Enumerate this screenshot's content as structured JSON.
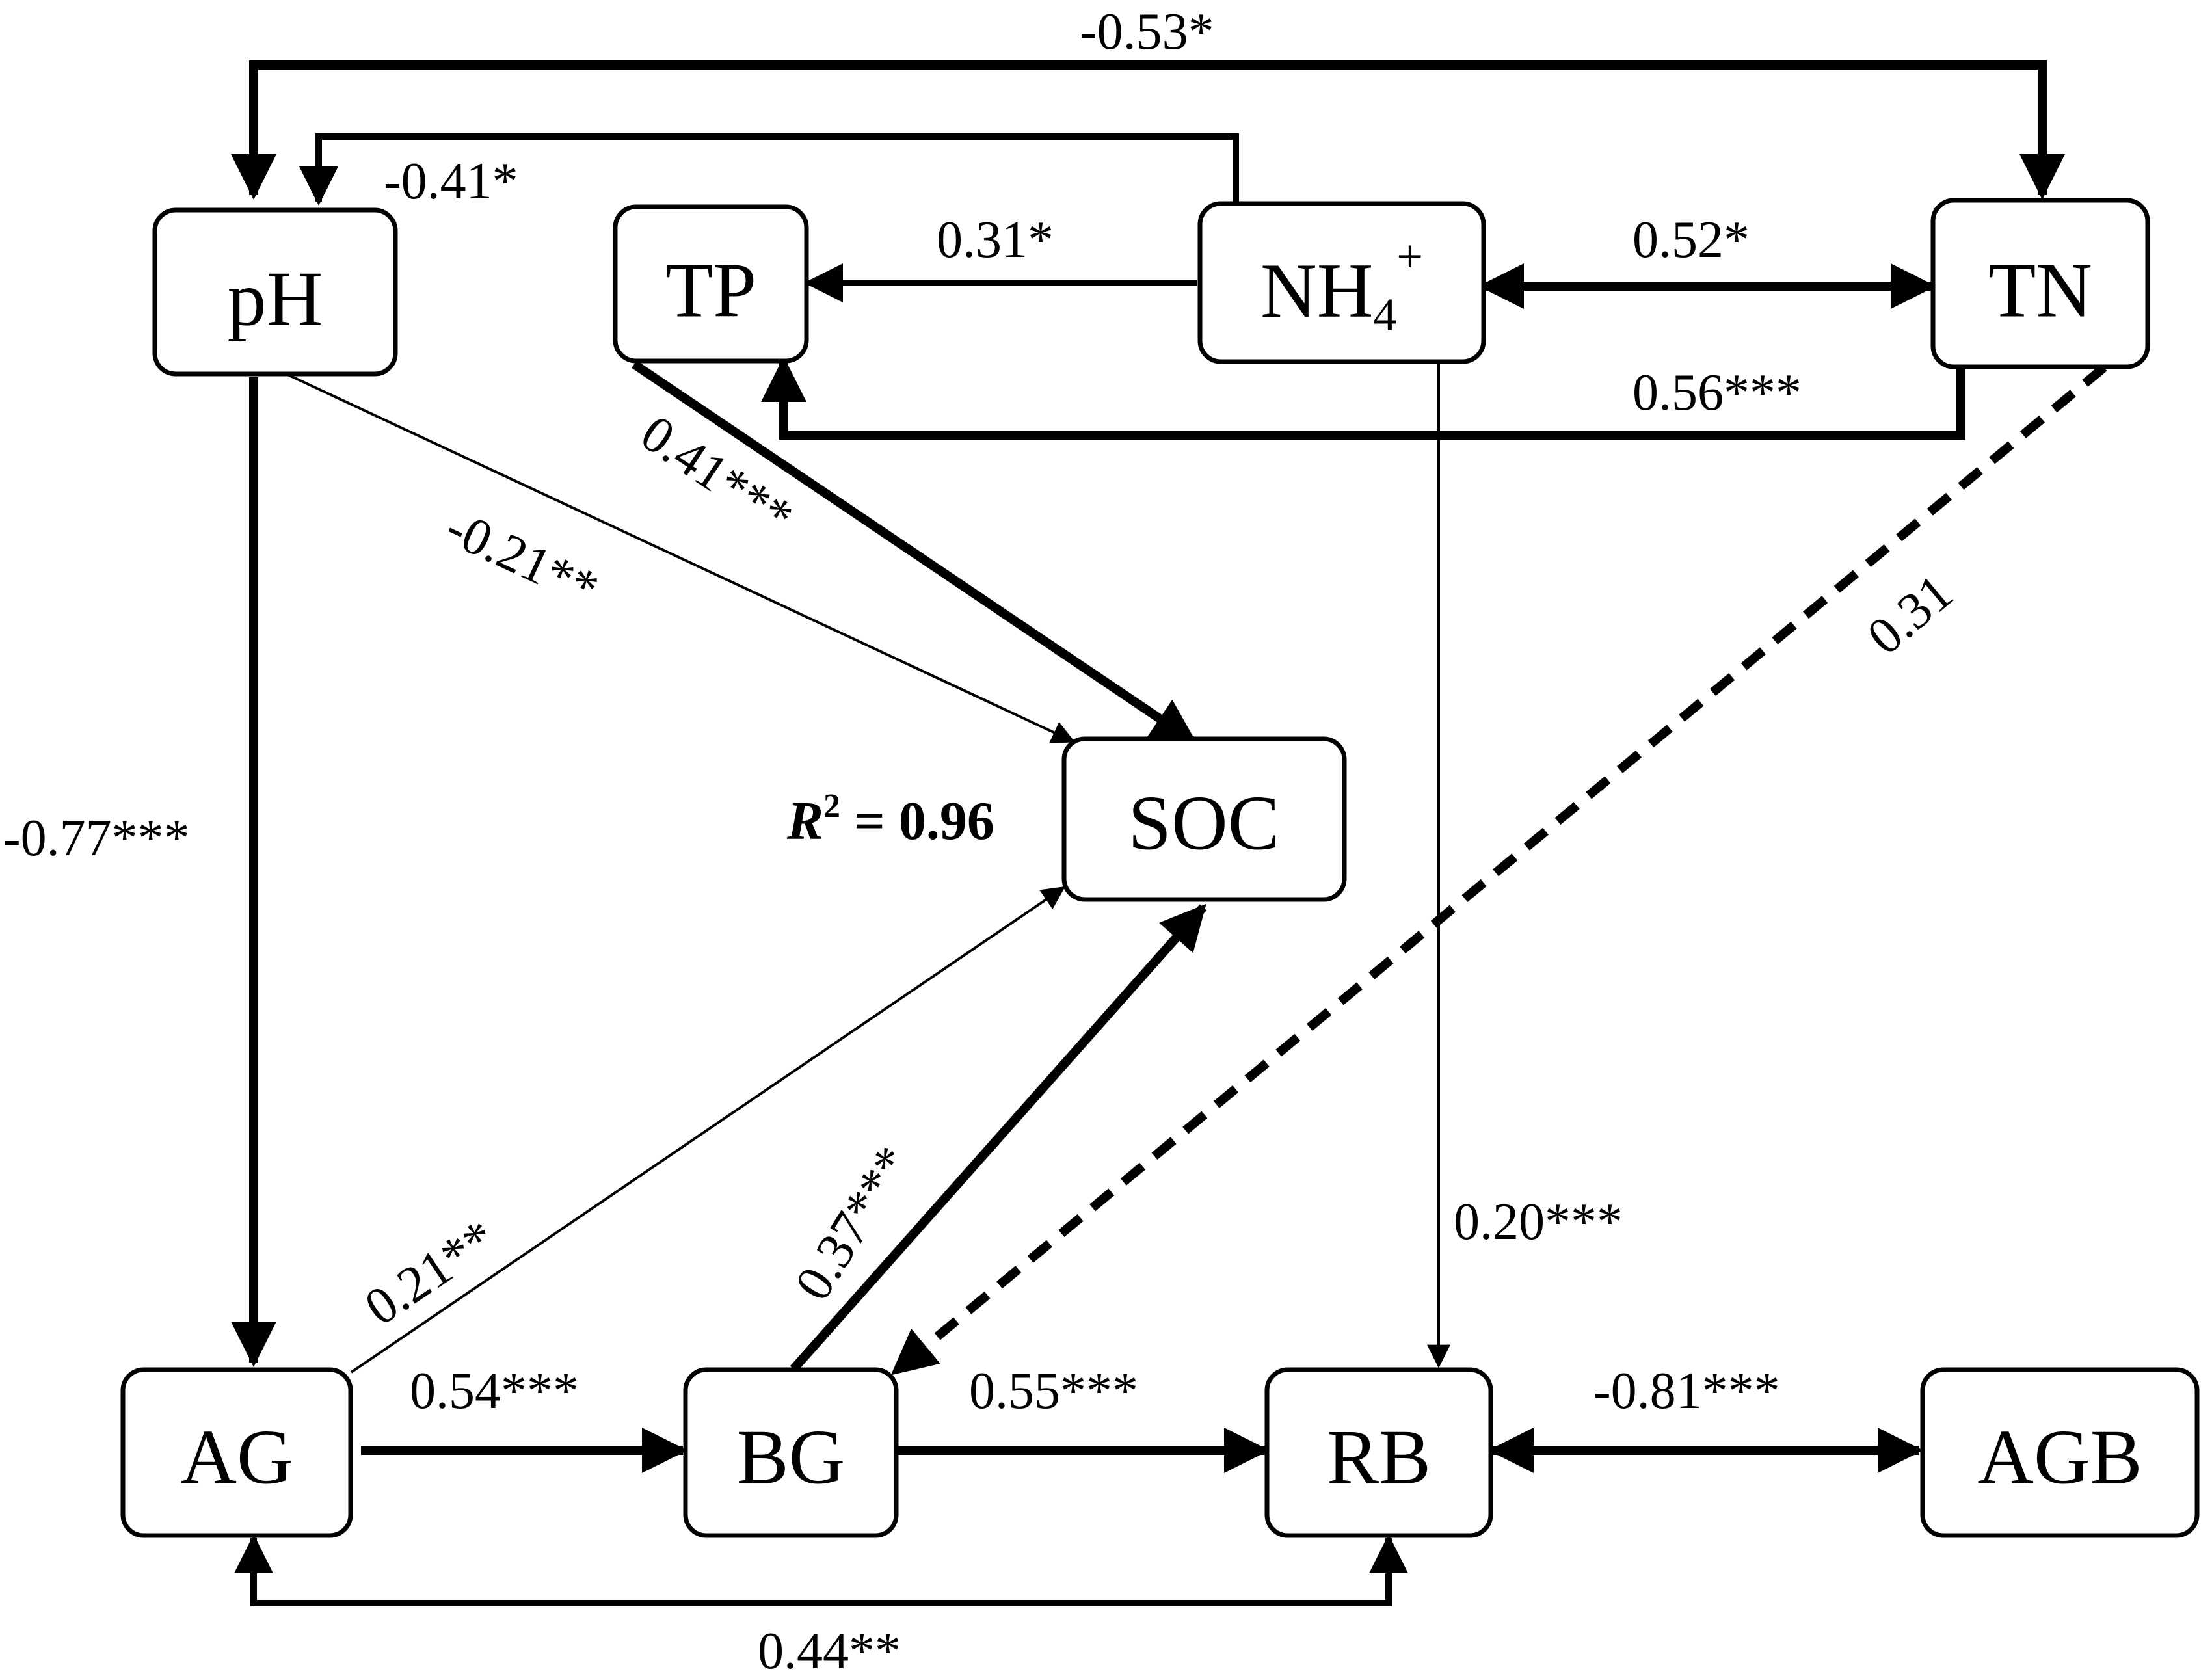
{
  "diagram": {
    "nodes": [
      {
        "id": "pH",
        "label": "pH"
      },
      {
        "id": "TP",
        "label": "TP"
      },
      {
        "id": "NH4",
        "label": "NH",
        "sub": "4",
        "sup": "+"
      },
      {
        "id": "TN",
        "label": "TN"
      },
      {
        "id": "SOC",
        "label": "SOC"
      },
      {
        "id": "AG",
        "label": "AG"
      },
      {
        "id": "BG",
        "label": "BG"
      },
      {
        "id": "RB",
        "label": "RB"
      },
      {
        "id": "AGB",
        "label": "AGB"
      }
    ],
    "edges": [
      {
        "id": "tn-ph",
        "from": "TN",
        "to": "pH",
        "label": "-0.53*",
        "directed": "both",
        "style": "solid",
        "weight": "thick"
      },
      {
        "id": "nh4-ph",
        "from": "NH4",
        "to": "pH",
        "label": "-0.41*",
        "directed": "forward",
        "style": "solid",
        "weight": "medium"
      },
      {
        "id": "nh4-tp",
        "from": "NH4",
        "to": "TP",
        "label": "0.31*",
        "directed": "forward",
        "style": "solid",
        "weight": "medium"
      },
      {
        "id": "nh4-tn",
        "from": "NH4",
        "to": "TN",
        "label": "0.52*",
        "directed": "both",
        "style": "solid",
        "weight": "thick"
      },
      {
        "id": "tn-tp",
        "from": "TN",
        "to": "TP",
        "label": "0.56***",
        "directed": "forward",
        "style": "solid",
        "weight": "thick"
      },
      {
        "id": "ph-soc",
        "from": "pH",
        "to": "SOC",
        "label": "-0.21**",
        "directed": "forward",
        "style": "solid",
        "weight": "thin"
      },
      {
        "id": "tp-soc",
        "from": "TP",
        "to": "SOC",
        "label": "0.41***",
        "directed": "forward",
        "style": "solid",
        "weight": "thick"
      },
      {
        "id": "tn-bg",
        "from": "TN",
        "to": "BG",
        "label": "0.31",
        "directed": "forward",
        "style": "dashed",
        "weight": "thick"
      },
      {
        "id": "ph-ag",
        "from": "pH",
        "to": "AG",
        "label": "-0.77***",
        "directed": "forward",
        "style": "solid",
        "weight": "thick"
      },
      {
        "id": "nh4-rb",
        "from": "NH4",
        "to": "RB",
        "label": "0.20***",
        "directed": "forward",
        "style": "solid",
        "weight": "thin"
      },
      {
        "id": "ag-soc",
        "from": "AG",
        "to": "SOC",
        "label": "0.21**",
        "directed": "forward",
        "style": "solid",
        "weight": "thin"
      },
      {
        "id": "bg-soc",
        "from": "BG",
        "to": "SOC",
        "label": "0.37***",
        "directed": "forward",
        "style": "solid",
        "weight": "thick"
      },
      {
        "id": "ag-bg",
        "from": "AG",
        "to": "BG",
        "label": "0.54***",
        "directed": "forward",
        "style": "solid",
        "weight": "thick"
      },
      {
        "id": "bg-rb",
        "from": "BG",
        "to": "RB",
        "label": "0.55***",
        "directed": "forward",
        "style": "solid",
        "weight": "thick"
      },
      {
        "id": "rb-agb",
        "from": "RB",
        "to": "AGB",
        "label": "-0.81***",
        "directed": "both",
        "style": "solid",
        "weight": "thick"
      },
      {
        "id": "ag-rb",
        "from": "AG",
        "to": "RB",
        "label": "0.44**",
        "directed": "both",
        "style": "solid",
        "weight": "medium"
      }
    ],
    "r2": {
      "symbol": "R",
      "exp": "2",
      "text": " = 0.96"
    }
  }
}
